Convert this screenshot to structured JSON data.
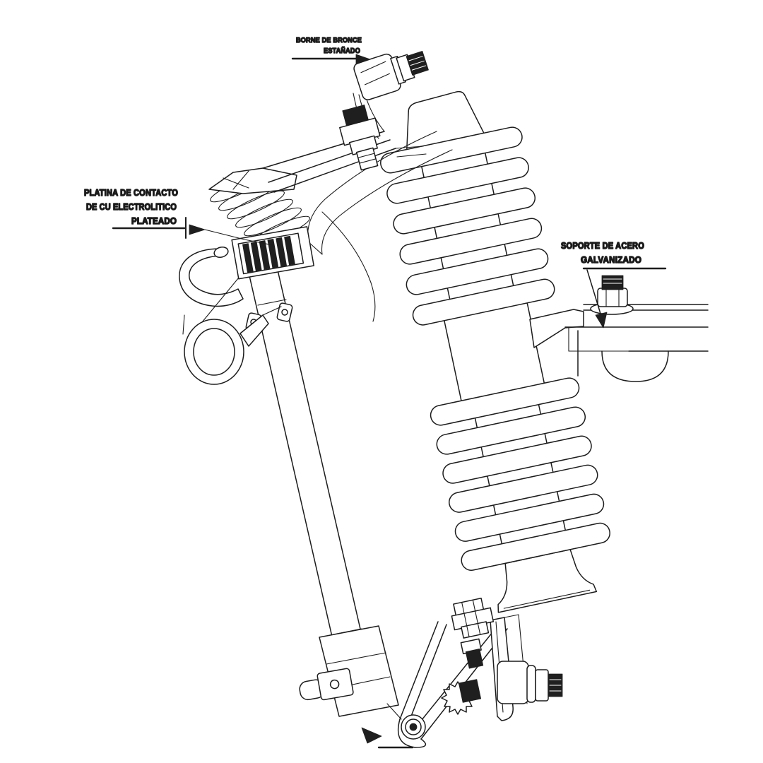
{
  "drawing": {
    "type": "technical-line-drawing",
    "subject": "dropout fuse cutout (seccionador fusible) pictorial view",
    "background_color": "#ffffff",
    "line_color": "#1c1c1c"
  },
  "labels": {
    "borne": {
      "line1": "BORNE DE BRONCE",
      "line2": "ESTAÑADO"
    },
    "platina": {
      "line1": "PLATINA DE CONTACTO",
      "line2": "DE CU ELECTROLITICO",
      "line3": "PLATEADO"
    },
    "soporte": {
      "line1": "SOPORTE DE ACERO",
      "line2": "GALVANIZADO"
    }
  },
  "parts": [
    "top-terminal",
    "porcelain-insulator",
    "fuse-tube",
    "contact-spring",
    "contact-plate",
    "lifting-hook",
    "pull-ring",
    "steel-mounting-bracket",
    "lower-hinge-assembly"
  ]
}
